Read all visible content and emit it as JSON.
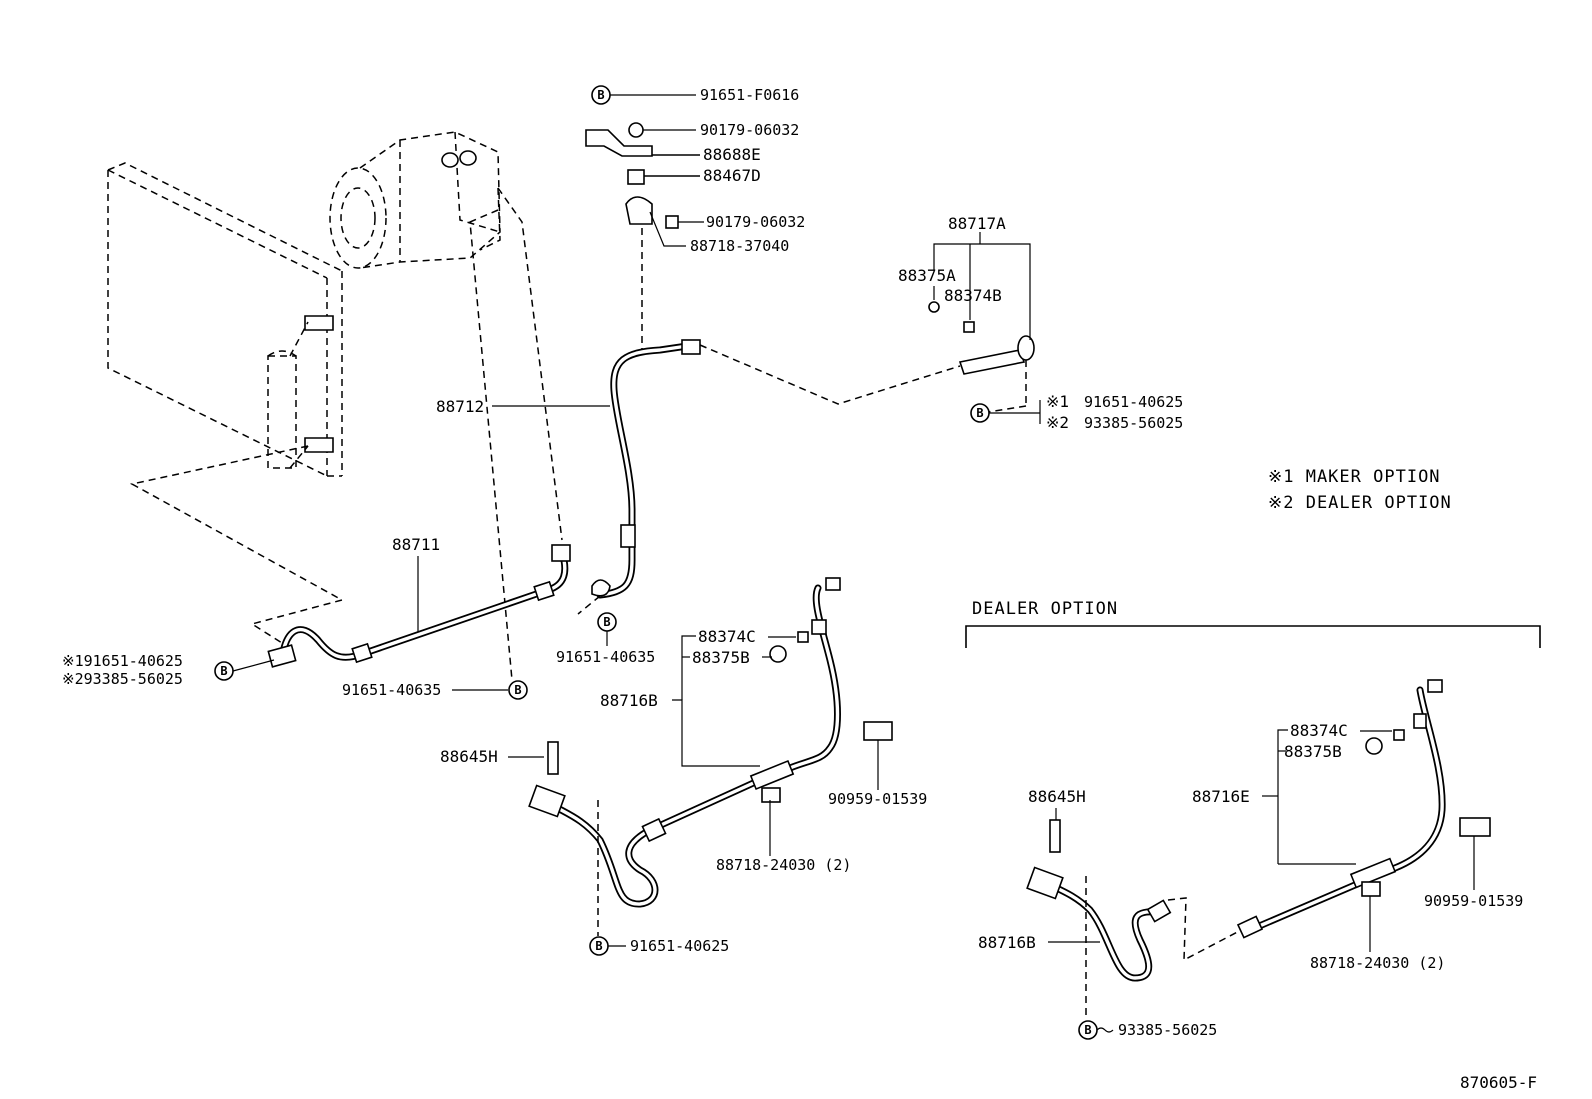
{
  "bolt_marker": "B",
  "labels": {
    "top_bolt": "91651-F0616",
    "nut_upper": "90179-06032",
    "bracket_88688e": "88688E",
    "cushion_88467d": "88467D",
    "nut_lower": "90179-06032",
    "clamp_88718": "88718-37040",
    "set_88717a": "88717A",
    "cap_88375a": "88375A",
    "valve_88374b": "88374B",
    "tube_88712": "88712",
    "bolt_right_1": "91651-40625",
    "bolt_right_2": "93385-56025",
    "mark_1": "※1",
    "mark_2": "※2",
    "hose_88711": "88711",
    "bolt_left_1": "※191651-40625",
    "bolt_left_2": "※293385-56025",
    "bolt_mid_lower": "91651-40635",
    "bolt_mid_upper": "91651-40635",
    "valve_88374c": "88374C",
    "cap_88375b": "88375B",
    "tube_88716b": "88716B",
    "switch_88645h": "88645H",
    "connector_90959": "90959-01539",
    "clamp_88718_24030": "88718-24030 (2)",
    "bolt_bottom": "91651-40625"
  },
  "legend": {
    "maker_option": "※1 MAKER OPTION",
    "dealer_option": "※2 DEALER OPTION"
  },
  "dealer_option": {
    "title": "DEALER OPTION",
    "valve_88374c": "88374C",
    "cap_88375b": "88375B",
    "tube_88716e": "88716E",
    "switch_88645h": "88645H",
    "connector_90959": "90959-01539",
    "tube_88716b": "88716B",
    "clamp_88718_24030": "88718-24030 (2)",
    "bolt_bottom": "93385-56025"
  },
  "figure_id": "870605-F"
}
